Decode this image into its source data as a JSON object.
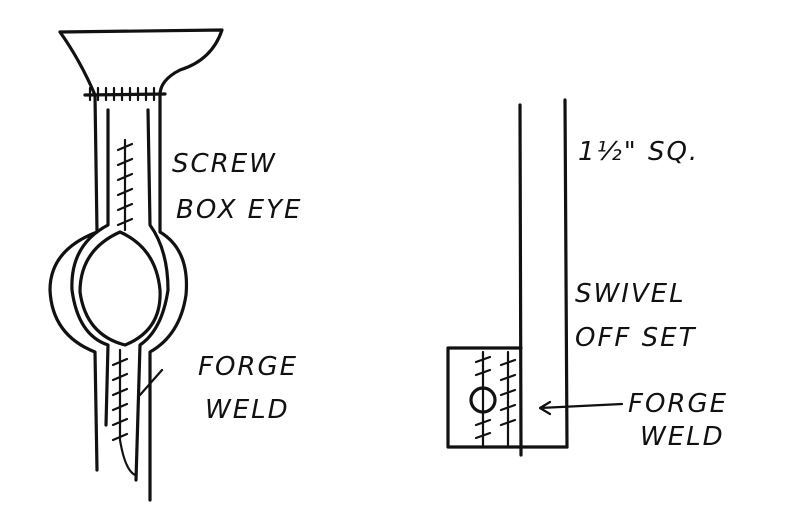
{
  "left_sketch": {
    "label_screw": "SCREW",
    "label_box_eye": "BOX EYE",
    "label_forge": "FORGE",
    "label_weld": "WELD"
  },
  "right_sketch": {
    "label_size": "1½\" SQ.",
    "label_swivel": "SWIVEL",
    "label_offset": "OFF SET",
    "label_forge": "FORGE",
    "label_weld": "WELD"
  }
}
